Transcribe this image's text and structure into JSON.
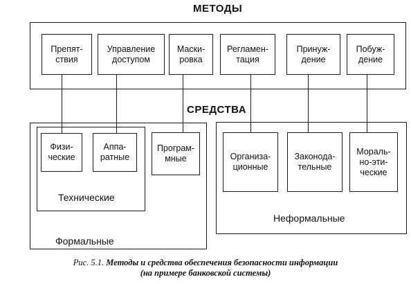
{
  "diagram": {
    "methods_heading": "МЕТОДЫ",
    "means_heading": "СРЕДСТВА",
    "methods": [
      {
        "id": "obstacle",
        "label": "Препят-\nствия"
      },
      {
        "id": "access-control",
        "label": "Управление\nдоступом"
      },
      {
        "id": "masking",
        "label": "Маски-\nровка"
      },
      {
        "id": "regulation",
        "label": "Регламен-\nтация"
      },
      {
        "id": "coercion",
        "label": "Принуж-\nдение"
      },
      {
        "id": "motivation",
        "label": "Побуж-\nдение"
      }
    ],
    "technical_means": [
      {
        "id": "physical",
        "label": "Физи-\nческие"
      },
      {
        "id": "hardware",
        "label": "Аппа-\nратные"
      }
    ],
    "software_means": {
      "id": "software",
      "label": "Програм-\nмные"
    },
    "informal_means": [
      {
        "id": "organizational",
        "label": "Организа-\nционные"
      },
      {
        "id": "legislative",
        "label": "Законода-\nтельные"
      },
      {
        "id": "moral-ethical",
        "label": "Мораль-\nно-эти-\nческие"
      }
    ],
    "technical_label": "Технические",
    "formal_label": "Формальные",
    "informal_label": "Неформальные"
  },
  "caption": {
    "prefix": "Рис. 5.1.",
    "title": "Методы и средства обеспечения безопасности информации",
    "subtitle": "(на примере банковской системы)"
  }
}
